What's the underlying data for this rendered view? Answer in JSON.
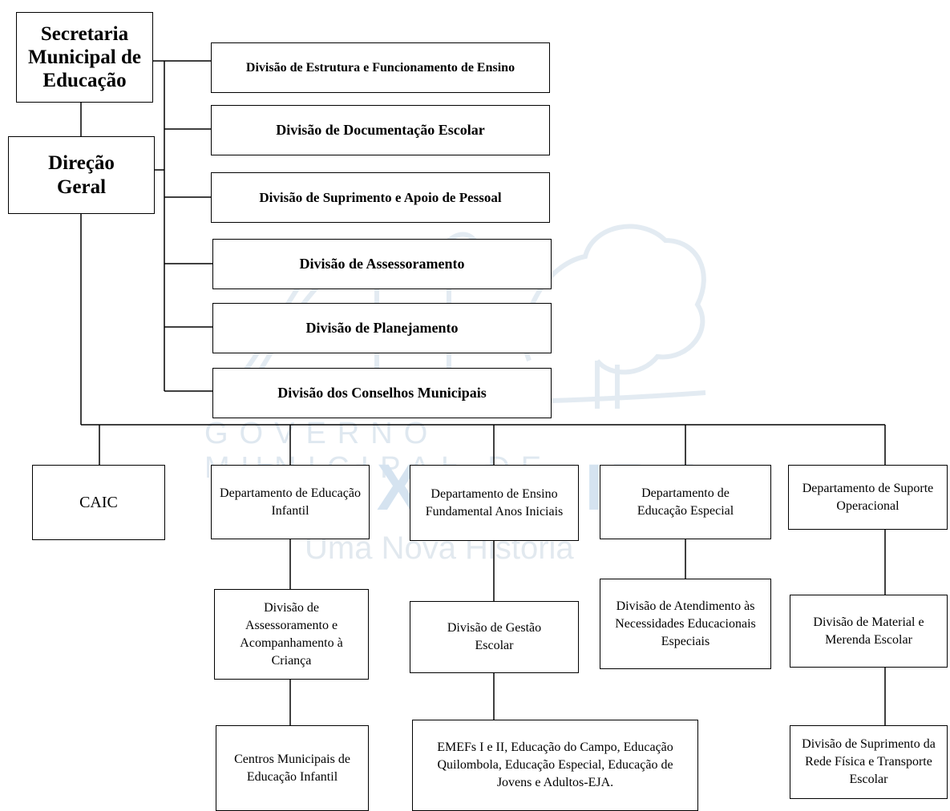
{
  "watermark": {
    "line1": "GOVERNO MUNICIPAL DE",
    "line2": "QUIXADEIRA",
    "line3": "Uma Nova História"
  },
  "nodes": {
    "secretaria": "Secretaria Municipal de Educação",
    "direcao": "Direção Geral",
    "div_estrutura": "Divisão de Estrutura e Funcionamento de Ensino",
    "div_documentacao": "Divisão de Documentação Escolar",
    "div_suprimento_pessoal": "Divisão de Suprimento e Apoio de Pessoal",
    "div_assessoramento": "Divisão de Assessoramento",
    "div_planejamento": "Divisão de Planejamento",
    "div_conselhos": "Divisão dos Conselhos Municipais",
    "caic": "CAIC",
    "dep_infantil": "Departamento de Educação Infantil",
    "dep_fundamental": "Departamento de Ensino Fundamental Anos Iniciais",
    "dep_especial": "Departamento de Educação Especial",
    "dep_suporte": "Departamento de Suporte Operacional",
    "div_assessoramento_crianca": "Divisão de Assessoramento e Acompanhamento à Criança",
    "div_gestao_escolar": "Divisão de Gestão Escolar",
    "div_atendimento": "Divisão de Atendimento às Necessidades Educacionais Especiais",
    "div_material": "Divisão de Material e Merenda Escolar",
    "centros": "Centros Municipais de Educação Infantil",
    "emefs": "EMEFs I e II, Educação do Campo, Educação Quilombola, Educação Especial, Educação de Jovens e Adultos-EJA.",
    "div_rede_fisica": "Divisão de Suprimento da Rede Física e Transporte Escolar"
  }
}
